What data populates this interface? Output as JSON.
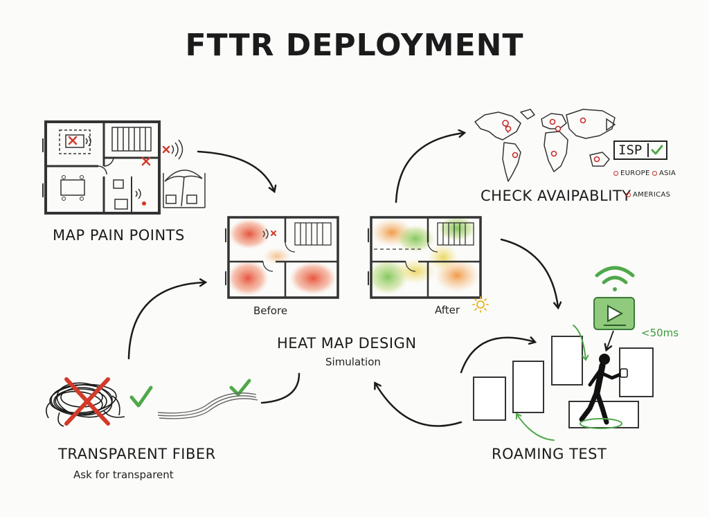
{
  "title": "FTTR DEPLOYMENT",
  "steps": {
    "map_pain_points": {
      "label": "MAP PAIN POINTS"
    },
    "check_availability": {
      "label": "CHECK AVAIPABLITY",
      "isp": "ISP",
      "regions": [
        "EUROPE",
        "ASIA",
        "AMERICAS"
      ]
    },
    "heat_map_design": {
      "label": "HEAT MAP DESIGN",
      "sublabel": "Simulation",
      "before": "Before",
      "after": "After"
    },
    "transparent_fiber": {
      "label": "TRANSPARENT FIBER",
      "sublabel": "Ask for transparent"
    },
    "roaming_test": {
      "label": "ROAMING TEST",
      "latency": "<50ms"
    }
  },
  "colors": {
    "accent_red": "#d23a2a",
    "accent_green": "#4fa84a",
    "ink": "#1b1b1b"
  },
  "icons": [
    "floor-plan-icon",
    "world-map-icon",
    "wifi-icon",
    "video-play-icon",
    "walking-person-icon",
    "tangled-cable-icon",
    "sun-icon",
    "checkmark-icon",
    "cross-icon"
  ]
}
